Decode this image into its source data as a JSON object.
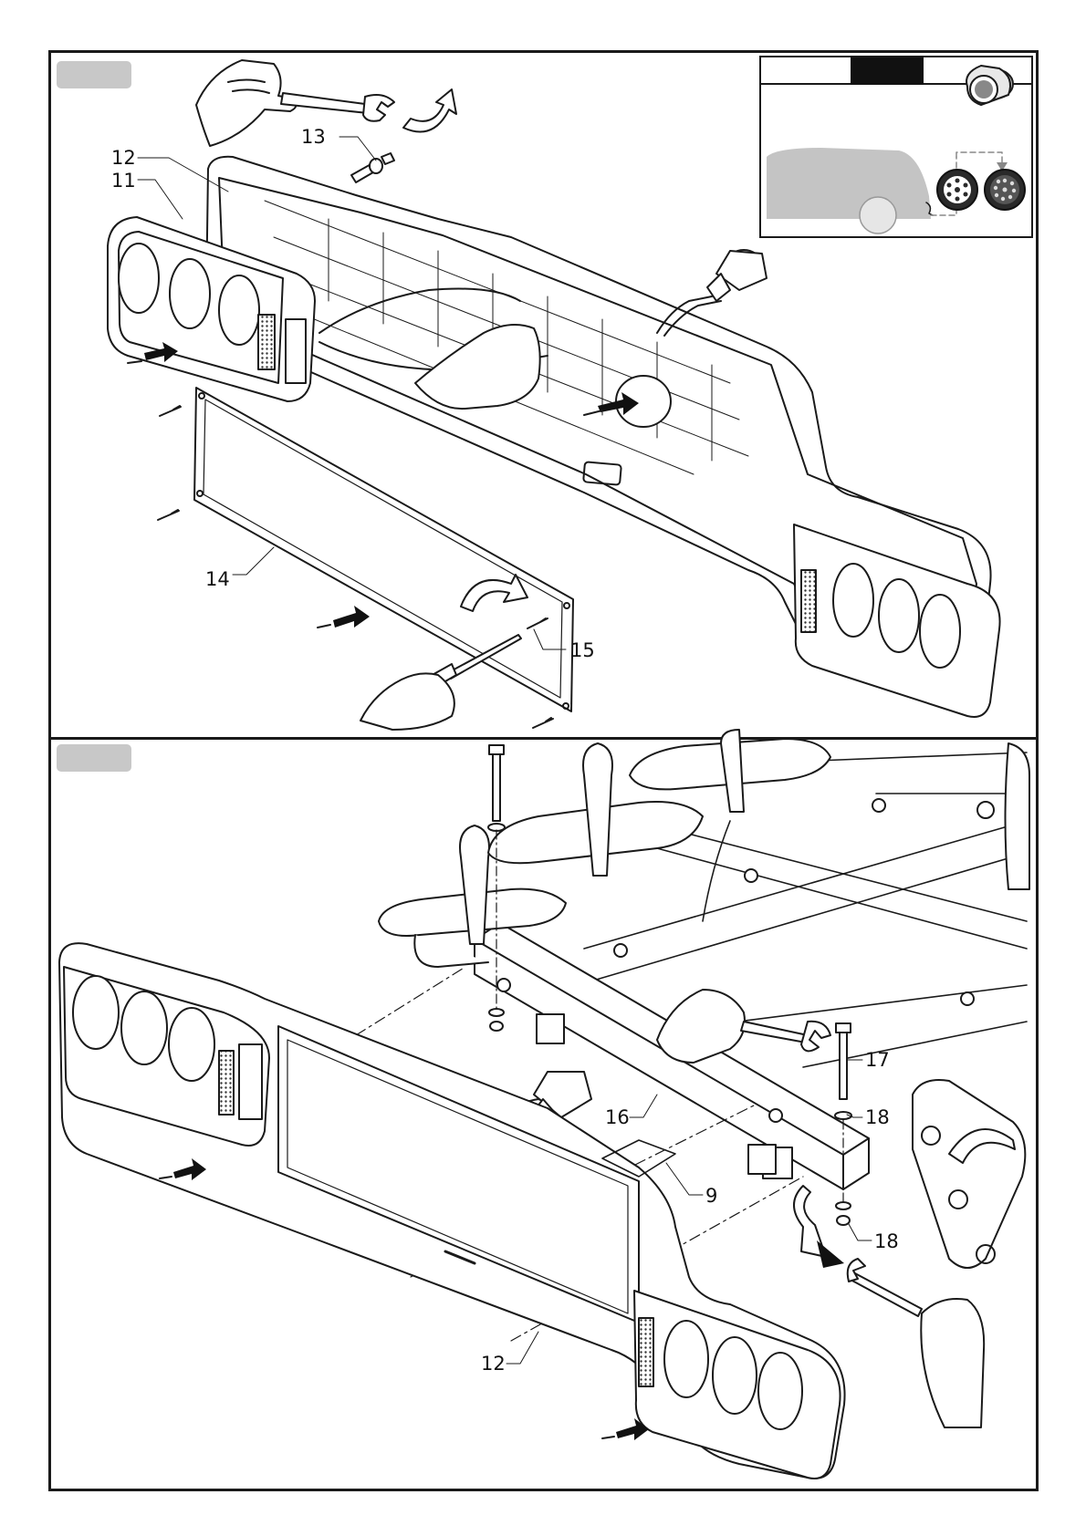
{
  "steps": [
    {
      "id": "step-1",
      "callouts": {
        "part_13": "13",
        "part_12": "12",
        "part_11": "11",
        "part_14": "14",
        "part_15": "15"
      }
    },
    {
      "id": "step-2",
      "callouts": {
        "part_17": "17",
        "part_18_top": "18",
        "part_16": "16",
        "part_9": "9",
        "part_18_bottom": "18",
        "part_12": "12"
      }
    }
  ],
  "icons": {
    "wrench": "wrench-icon",
    "screwdriver": "screwdriver-icon",
    "rotate_arrow": "rotate-arrow-icon",
    "push_arrow": "push-arrow-icon",
    "plug_13pin": "plug-13pin-icon",
    "socket_7pin": "socket-7pin-icon",
    "socket_13pin": "socket-13pin-icon",
    "car_rear": "car-rear-icon"
  },
  "colors": {
    "line": "#1a1a1a",
    "badge": "#c8c8c8",
    "car_fill": "#c4c4c4",
    "arrow_fill": "#111111"
  }
}
